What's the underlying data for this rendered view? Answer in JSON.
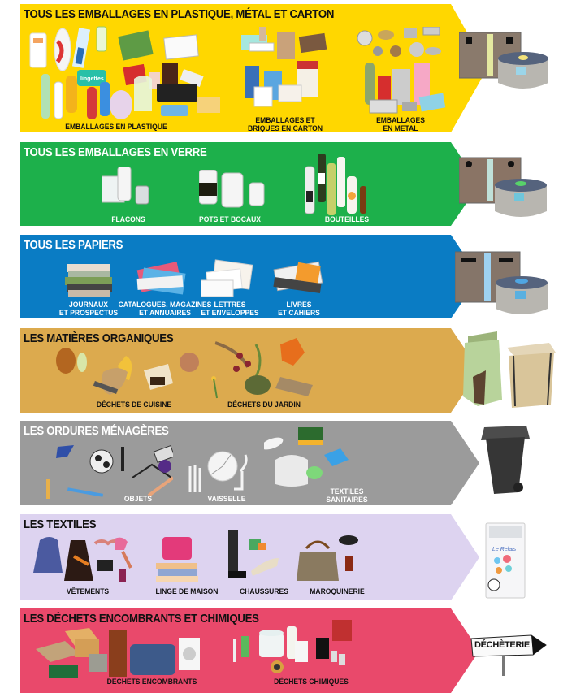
{
  "title": "Guide du tri des déchets",
  "bands": [
    {
      "id": "plastique-metal-carton",
      "title": "TOUS LES EMBALLAGES EN PLASTIQUE, MÉTAL ET CARTON",
      "color": "#FFD700",
      "text_color": "#111111",
      "items": [
        {
          "label": "EMBALLAGES EN PLASTIQUE"
        },
        {
          "label": "EMBALLAGES ET\nBRIQUES EN CARTON"
        },
        {
          "label": "EMBALLAGES\nEN METAL"
        }
      ],
      "destination": "Colonnes de tri (conteneur bois + colonne béton)"
    },
    {
      "id": "verre",
      "title": "TOUS LES EMBALLAGES EN VERRE",
      "color": "#1DB04B",
      "text_color": "#FFFFFF",
      "items": [
        {
          "label": "FLACONS"
        },
        {
          "label": "POTS ET BOCAUX"
        },
        {
          "label": "BOUTEILLES"
        }
      ],
      "destination": "Colonnes à verre"
    },
    {
      "id": "papiers",
      "title": "TOUS LES PAPIERS",
      "color": "#0A7CC4",
      "text_color": "#FFFFFF",
      "items": [
        {
          "label": "JOURNAUX\nET PROSPECTUS"
        },
        {
          "label": "CATALOGUES, MAGAZINES\nET ANNUAIRES"
        },
        {
          "label": "LETTRES\nET ENVELOPPES"
        },
        {
          "label": "LIVRES\nET CAHIERS"
        }
      ],
      "destination": "Colonnes à papier"
    },
    {
      "id": "organiques",
      "title": "LES MATIÈRES ORGANIQUES",
      "color": "#DCAA4E",
      "text_color": "#111111",
      "items": [
        {
          "label": "DÉCHETS DE CUISINE"
        },
        {
          "label": "DÉCHETS DU JARDIN"
        }
      ],
      "destination": "Composteurs"
    },
    {
      "id": "ordures",
      "title": "LES ORDURES MÉNAGÈRES",
      "color": "#9B9B9B",
      "text_color": "#FFFFFF",
      "items": [
        {
          "label": "OBJETS"
        },
        {
          "label": "VAISSELLE"
        },
        {
          "label": "TEXTILES\nSANITAIRES"
        }
      ],
      "destination": "Bac gris"
    },
    {
      "id": "textiles",
      "title": "LES TEXTILES",
      "color": "#DDD3F0",
      "text_color": "#111111",
      "items": [
        {
          "label": "VÊTEMENTS"
        },
        {
          "label": "LINGE DE MAISON"
        },
        {
          "label": "CHAUSSURES"
        },
        {
          "label": "MAROQUINERIE"
        }
      ],
      "destination": "Le Relais"
    },
    {
      "id": "encombrants-chimiques",
      "title": "LES DÉCHETS ENCOMBRANTS ET CHIMIQUES",
      "color": "#E9496B",
      "text_color": "#111111",
      "items": [
        {
          "label": "DÉCHETS ENCOMBRANTS"
        },
        {
          "label": "DÉCHETS CHIMIQUES"
        }
      ],
      "destination": "DÉCHÈTERIE"
    }
  ]
}
